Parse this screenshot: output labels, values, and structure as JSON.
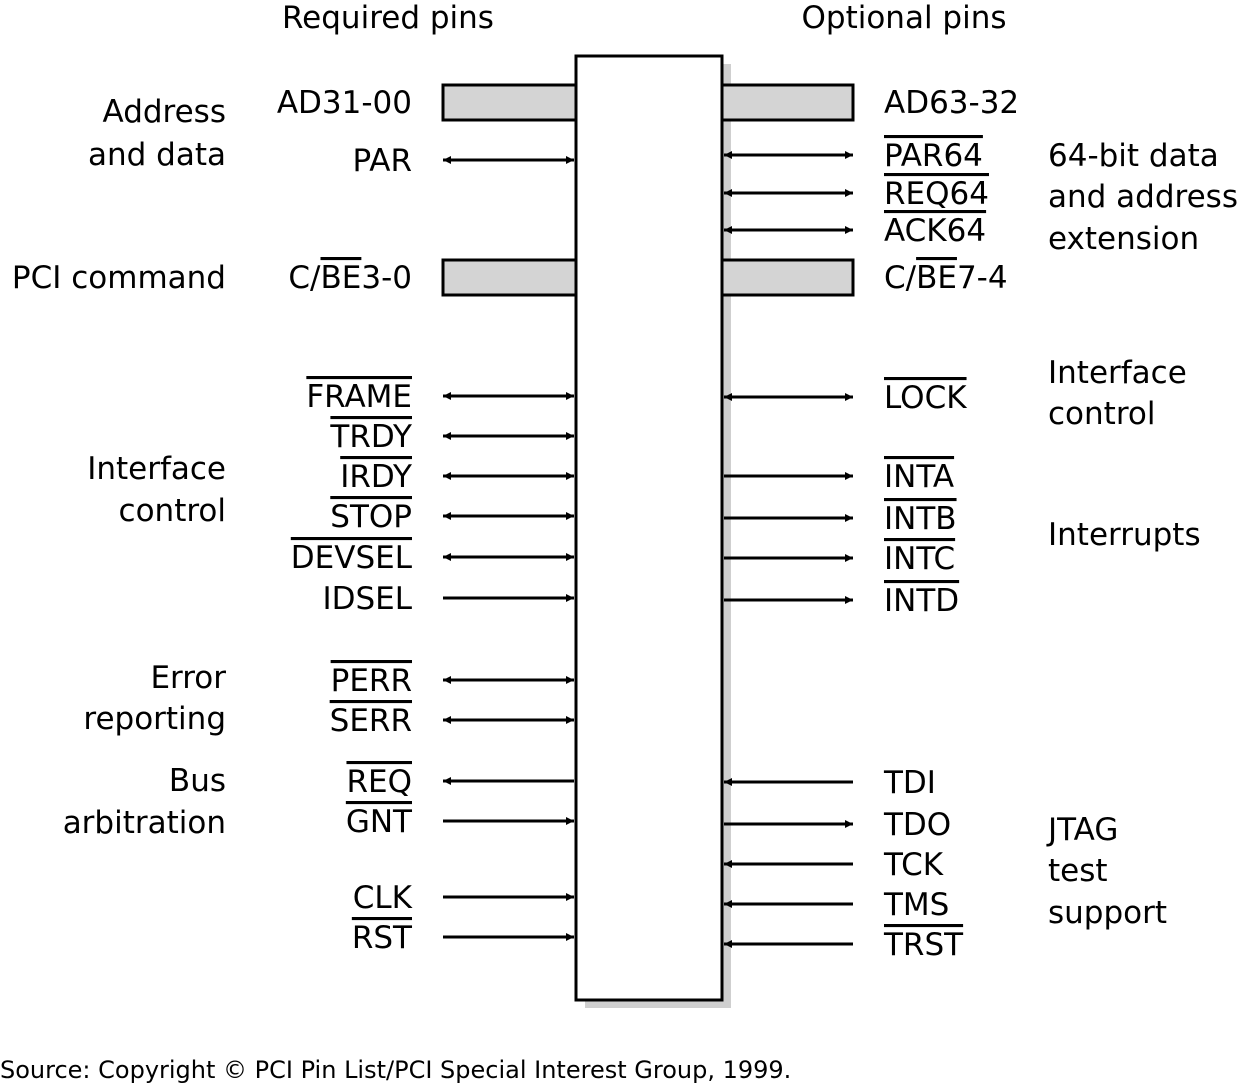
{
  "headings": {
    "left": "Required pins",
    "right": "Optional pins"
  },
  "left_groups": [
    {
      "lines": [
        "Address",
        "and data"
      ]
    },
    {
      "lines": [
        "PCI command"
      ]
    },
    {
      "lines": [
        "Interface",
        "control"
      ]
    },
    {
      "lines": [
        "Error",
        "reporting"
      ]
    },
    {
      "lines": [
        "Bus",
        "arbitration"
      ]
    }
  ],
  "right_groups": [
    {
      "lines": [
        "64-bit data",
        "and address",
        "extension"
      ]
    },
    {
      "lines": [
        "Interface",
        "control"
      ]
    },
    {
      "lines": [
        "Interrupts"
      ]
    },
    {
      "lines": [
        "JTAG",
        "test",
        "support"
      ]
    }
  ],
  "left_pins": [
    {
      "pre": "",
      "bar": "",
      "post": "AD31-00",
      "kind": "bus"
    },
    {
      "pre": "",
      "bar": "",
      "post": "PAR",
      "kind": "bidirectional"
    },
    {
      "pre": "C/",
      "bar": "BE",
      "post": "3-0",
      "kind": "bus"
    },
    {
      "pre": "",
      "bar": "FRAME",
      "post": "",
      "kind": "bidirectional"
    },
    {
      "pre": "",
      "bar": "TRDY",
      "post": "",
      "kind": "bidirectional"
    },
    {
      "pre": "",
      "bar": "IRDY",
      "post": "",
      "kind": "bidirectional"
    },
    {
      "pre": "",
      "bar": "STOP",
      "post": "",
      "kind": "bidirectional"
    },
    {
      "pre": "",
      "bar": "DEVSEL",
      "post": "",
      "kind": "bidirectional"
    },
    {
      "pre": "",
      "bar": "",
      "post": "IDSEL",
      "kind": "input"
    },
    {
      "pre": "",
      "bar": "PERR",
      "post": "",
      "kind": "bidirectional"
    },
    {
      "pre": "",
      "bar": "SERR",
      "post": "",
      "kind": "bidirectional"
    },
    {
      "pre": "",
      "bar": "REQ",
      "post": "",
      "kind": "output"
    },
    {
      "pre": "",
      "bar": "GNT",
      "post": "",
      "kind": "input"
    },
    {
      "pre": "",
      "bar": "",
      "post": "CLK",
      "kind": "input"
    },
    {
      "pre": "",
      "bar": "RST",
      "post": "",
      "kind": "input"
    }
  ],
  "right_pins": [
    {
      "pre": "",
      "bar": "",
      "post": "AD63-32",
      "kind": "bus"
    },
    {
      "pre": "",
      "bar": "PAR64",
      "post": "",
      "kind": "bidirectional"
    },
    {
      "pre": "",
      "bar": "REQ64",
      "post": "",
      "kind": "bidirectional"
    },
    {
      "pre": "",
      "bar": "ACK64",
      "post": "",
      "kind": "bidirectional"
    },
    {
      "pre": "C/",
      "bar": "BE",
      "post": "7-4",
      "kind": "bus"
    },
    {
      "pre": "",
      "bar": "LOCK",
      "post": "",
      "kind": "bidirectional"
    },
    {
      "pre": "",
      "bar": "INTA",
      "post": "",
      "kind": "output"
    },
    {
      "pre": "",
      "bar": "INTB",
      "post": "",
      "kind": "output"
    },
    {
      "pre": "",
      "bar": "INTC",
      "post": "",
      "kind": "output"
    },
    {
      "pre": "",
      "bar": "INTD",
      "post": "",
      "kind": "output"
    },
    {
      "pre": "",
      "bar": "",
      "post": "TDI",
      "kind": "input"
    },
    {
      "pre": "",
      "bar": "",
      "post": "TDO",
      "kind": "output"
    },
    {
      "pre": "",
      "bar": "",
      "post": "TCK",
      "kind": "input"
    },
    {
      "pre": "",
      "bar": "",
      "post": "TMS",
      "kind": "input"
    },
    {
      "pre": "",
      "bar": "TRST",
      "post": "",
      "kind": "input"
    }
  ],
  "source": "Source: Copyright © PCI Pin List/PCI Special Interest Group, 1999.",
  "colors": {
    "bus_fill": "#d4d4d4",
    "shadow": "#cfcfcf",
    "line": "#000000"
  }
}
